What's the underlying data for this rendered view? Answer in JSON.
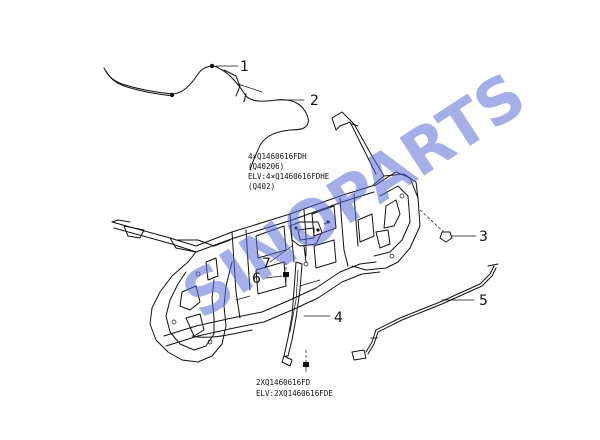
{
  "diagram": {
    "callouts": [
      {
        "id": "1",
        "label": "1"
      },
      {
        "id": "2",
        "label": "2"
      },
      {
        "id": "3",
        "label": "3"
      },
      {
        "id": "4",
        "label": "4"
      },
      {
        "id": "5",
        "label": "5"
      },
      {
        "id": "6",
        "label": "6"
      },
      {
        "id": "7",
        "label": "7"
      }
    ],
    "bolt_note_upper": {
      "line1": "4×Q1460616FDH",
      "line2": "(Q40206)",
      "line3": "ELV:4×Q1460616FDHE",
      "line4": "(Q402)"
    },
    "bolt_note_lower": {
      "line1": "2XQ1460616FD",
      "line2": "ELV:2XQ1460616FDE"
    },
    "watermark": {
      "text": "SINOPARTS",
      "color": "#5a6cd6"
    }
  }
}
